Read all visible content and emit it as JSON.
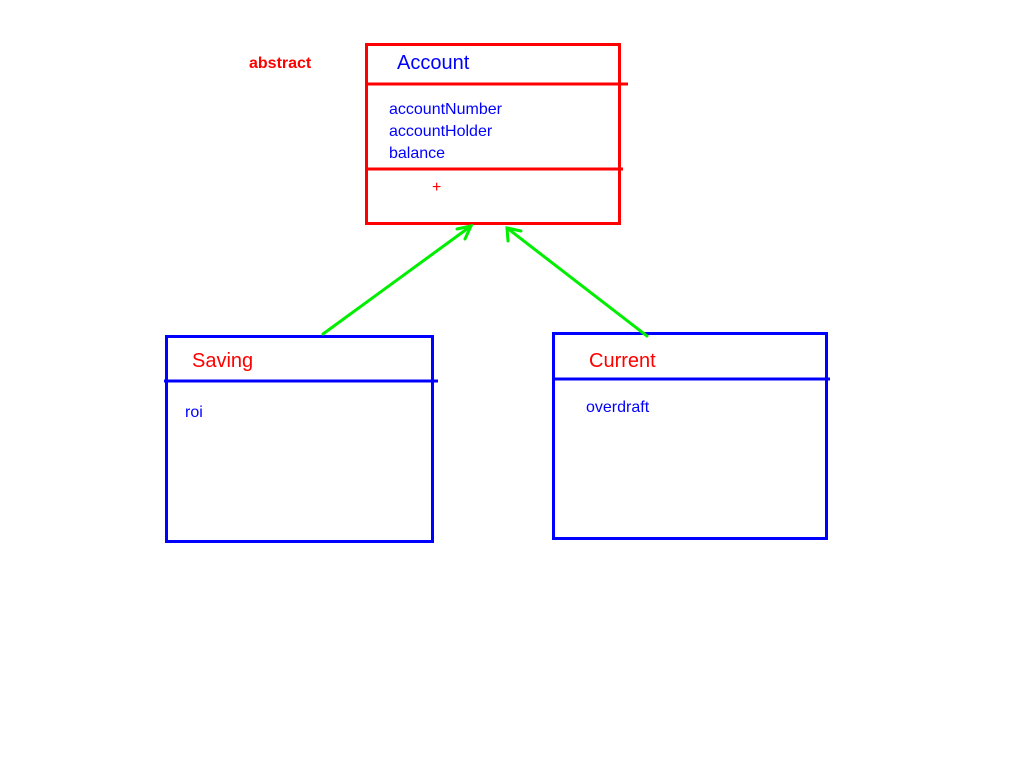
{
  "diagram": {
    "stereotype": "abstract",
    "account": {
      "name": "Account",
      "attributes": [
        "accountNumber",
        "accountHolder",
        "balance"
      ],
      "operations": [
        "+"
      ]
    },
    "saving": {
      "name": "Saving",
      "attributes": [
        "roi"
      ]
    },
    "current": {
      "name": "Current",
      "attributes": [
        "overdraft"
      ]
    }
  },
  "colors": {
    "account_border": "#ff0000",
    "subclass_border": "#0000ff",
    "inheritance_arrow": "#00ee00",
    "attribute_text": "#0000ff",
    "name_text_account": "#0000ff",
    "name_text_subclass": "#ff0000"
  }
}
